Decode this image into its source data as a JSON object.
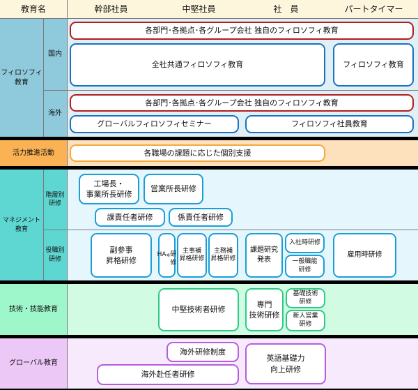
{
  "header": {
    "col0": "教育名",
    "col1": "幹部社員",
    "col2": "中堅社員",
    "col3": "社　員",
    "col4": "パートタイマー"
  },
  "colors": {
    "header_bg": "#fdf6dc",
    "philosophy_bg": "#8fcadc",
    "philosophy_area": "#e1f0f7",
    "vitality_bg": "#fbb254",
    "vitality_area": "#fde0bc",
    "management_bg": "#5ed6d2",
    "management_area": "#e6f6fd",
    "technical_bg": "#9ef6cb",
    "technical_area": "#d2fbe4",
    "global_bg": "#ecc8f7",
    "global_area": "#f6eafc"
  },
  "sections": {
    "philosophy": {
      "label": "フィロソフィ\n教育",
      "domestic": {
        "label": "国内",
        "unique_program": "各部門･各拠点･各グループ会社 独自のフィロソフィ教育",
        "common_program": "全社共通フィロソフィ教育",
        "part_timer_program": "フィロソフィ教育"
      },
      "overseas": {
        "label": "海外",
        "unique_program": "各部門･各拠点･各グループ会社 独自のフィロソフィ教育",
        "seminar": "グローバルフィロソフィセミナー",
        "employee_program": "フィロソフィ社員教育"
      }
    },
    "vitality": {
      "label": "活力推進活動",
      "program": "各職場の課題に応じた個別支援"
    },
    "management": {
      "label": "マネジメント\n教育",
      "by_level": {
        "label": "階層別\n研修",
        "programs": [
          "工場長・\n事業所長研修",
          "営業所長研修",
          "課責任者研修",
          "係責任者研修"
        ]
      },
      "by_role": {
        "label": "役職別\n研修",
        "programs": [
          "副参事\n昇格研修",
          "HA※\n研修",
          "主事補\n昇格研修",
          "主務補\n昇格研修",
          "課題研究\n発表",
          "入社時研修",
          "一般職能\n研修",
          "雇用時研修"
        ]
      }
    },
    "technical": {
      "label": "技術・技能教育",
      "programs": [
        "中堅技術者研修",
        "専門\n技術研修",
        "基礎技術\n研修",
        "新人営業\n研修"
      ]
    },
    "global": {
      "label": "グローバル教育",
      "programs": [
        "海外研修制度",
        "海外赴任者研修",
        "英語基礎力\n向上研修"
      ]
    }
  }
}
